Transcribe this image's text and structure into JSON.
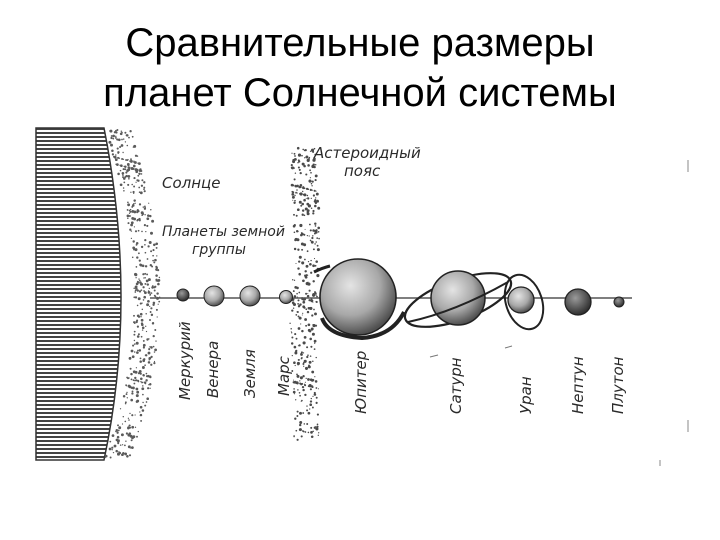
{
  "title": {
    "line1": "Сравнительные размеры",
    "line2": "планет Солнечной системы"
  },
  "labels": {
    "sun": "Солнце",
    "terrestrial_line1": "Планеты земной",
    "terrestrial_line2": "группы",
    "asteroid_line1": "Астероидный",
    "asteroid_line2": "пояс"
  },
  "planets": [
    {
      "name": "Меркурий"
    },
    {
      "name": "Венера"
    },
    {
      "name": "Земля"
    },
    {
      "name": "Марс"
    },
    {
      "name": "Юпитер"
    },
    {
      "name": "Сатурн"
    },
    {
      "name": "Уран"
    },
    {
      "name": "Нептун"
    },
    {
      "name": "Плутон"
    }
  ],
  "colors": {
    "ink": "#2a2a2a",
    "planet_fill": "#b8b8b8",
    "sun_stripe": "#444444"
  }
}
